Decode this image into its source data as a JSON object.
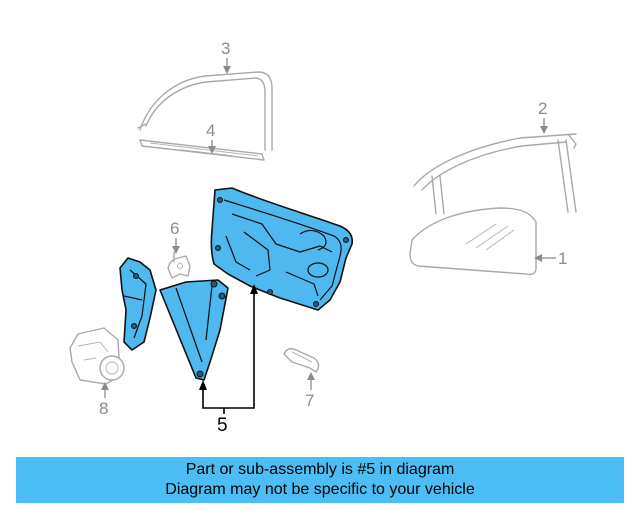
{
  "callouts": {
    "c1": "1",
    "c2": "2",
    "c3": "3",
    "c4": "4",
    "c5": "5",
    "c6": "6",
    "c7": "7",
    "c8": "8"
  },
  "highlighted_callout": "5",
  "colors": {
    "highlight_fill": "#4fb8ee",
    "banner_background": "#4dbdf5",
    "ghost_parts": "#a9a9a9"
  },
  "banner": {
    "line1": "Part or sub-assembly is #5 in diagram",
    "line2": "Diagram may not be specific to your vehicle"
  }
}
